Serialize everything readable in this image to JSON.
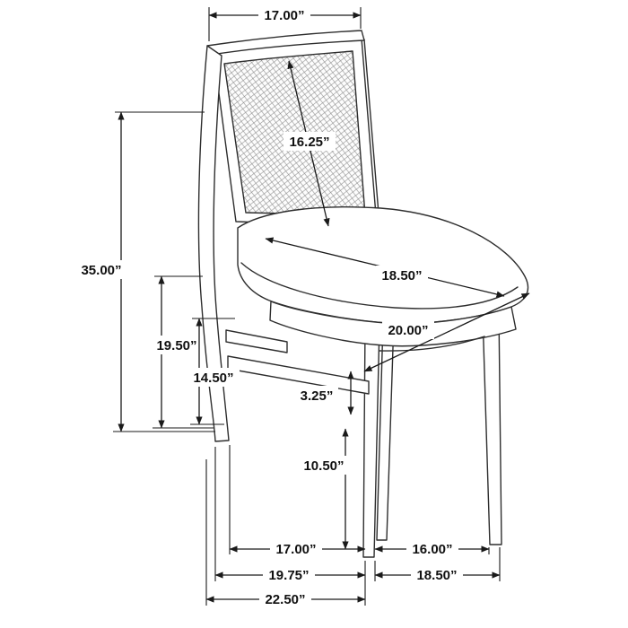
{
  "diagram": {
    "subject": "Dining side chair with cane back — dimension drawing",
    "dimensions": {
      "back_top_width": "17.00”",
      "back_panel_diagonal": "16.25”",
      "overall_height": "35.00”",
      "back_post_height": "19.50”",
      "seat_side_height": "14.50”",
      "seat_depth_diagonal": "18.50”",
      "seat_front_width": "20.00”",
      "stretcher_thickness": "3.25”",
      "front_leg_height": "10.50”",
      "front_to_rear_leg_span": "17.00”",
      "side_leg_span": "16.00”",
      "base_depth": "19.75”",
      "base_width": "18.50”",
      "overall_depth": "22.50”"
    }
  }
}
